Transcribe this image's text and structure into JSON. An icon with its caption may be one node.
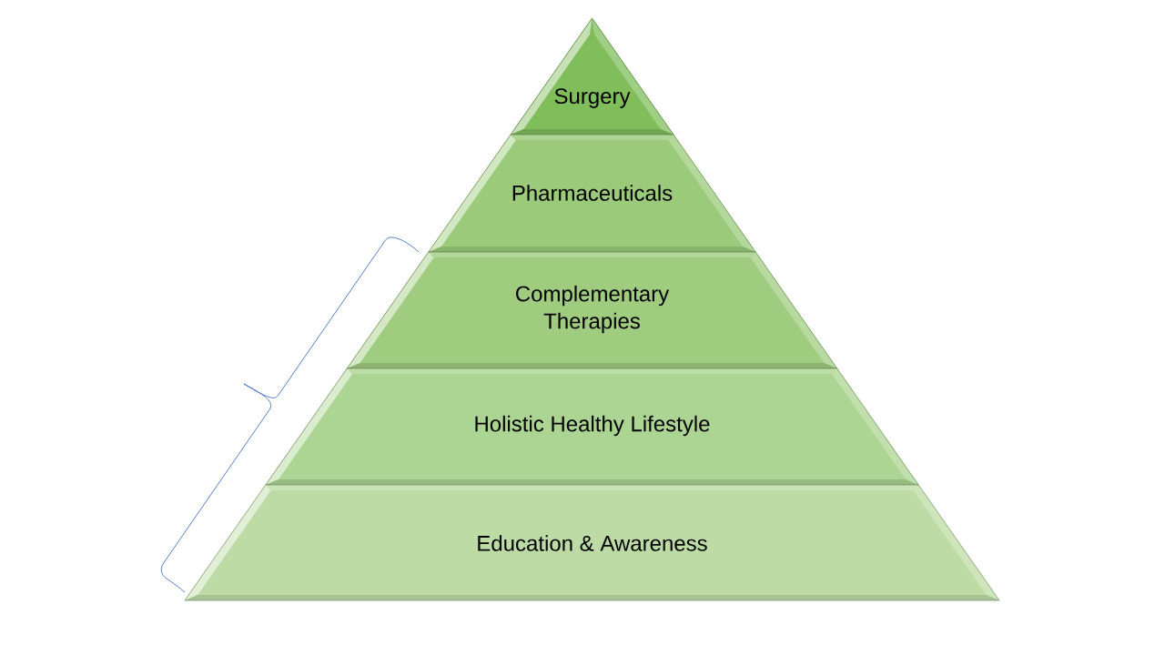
{
  "diagram": {
    "nodes": [
      {
        "text": [
          "Surgery"
        ]
      },
      {
        "text": [
          "Pharmaceuticals"
        ]
      },
      {
        "text": [
          "Complementary Therapies"
        ]
      },
      {
        "text": [
          "Holistic Healthy Lifestyle"
        ]
      },
      {
        "text": [
          "Education & Awareness"
        ]
      }
    ]
  }
}
